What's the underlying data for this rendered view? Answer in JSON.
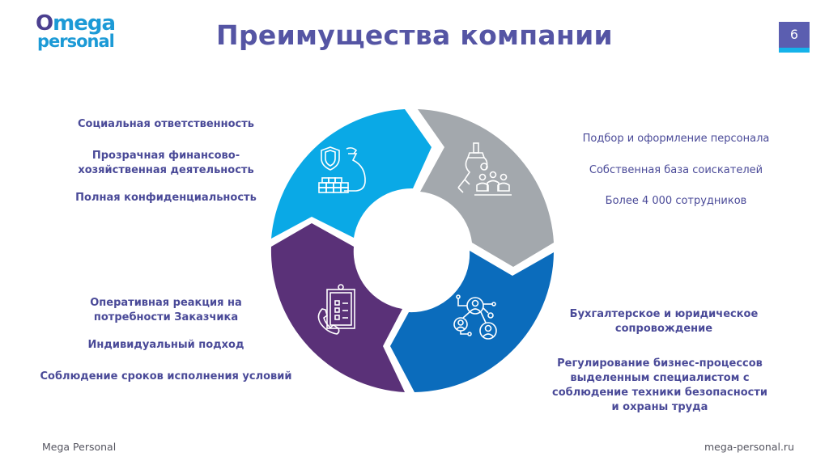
{
  "logo": {
    "line1_accent": "O",
    "line1": "mega",
    "line2": "personal",
    "line2_accent": "al"
  },
  "header": {
    "title": "Преимущества компании",
    "page_number": "6"
  },
  "diagram": {
    "type": "cycle-ring",
    "segments": [
      {
        "id": "top-left",
        "color": "#0aa9e6",
        "icon": "finance-shield-moneybag-icon"
      },
      {
        "id": "top-right",
        "color": "#a3a8ad",
        "icon": "recruitment-claw-people-icon"
      },
      {
        "id": "bottom-right",
        "color": "#0b6cbc",
        "icon": "people-network-icon"
      },
      {
        "id": "bottom-left",
        "color": "#5a3178",
        "icon": "phone-checklist-icon"
      }
    ]
  },
  "blocks": {
    "top_left": [
      "Социальная ответственность",
      "Прозрачная финансово-хозяйственная деятельность",
      "Полная конфиденциальность"
    ],
    "top_right": [
      "Подбор и оформление персонала",
      "Собственная база соискателей",
      "Более 4 000 сотрудников"
    ],
    "bottom_left": [
      "Оперативная реакция на потребности Заказчика",
      "Индивидуальный подход",
      "Соблюдение сроков исполнения условий"
    ],
    "bottom_right": [
      "Бухгалтерское и юридическое сопровождение",
      "Регулирование бизнес-процессов выделенным специалистом с соблюдение техники безопасности и охраны труда"
    ]
  },
  "footer": {
    "left": "Mega Personal",
    "right": "mega-personal.ru"
  }
}
